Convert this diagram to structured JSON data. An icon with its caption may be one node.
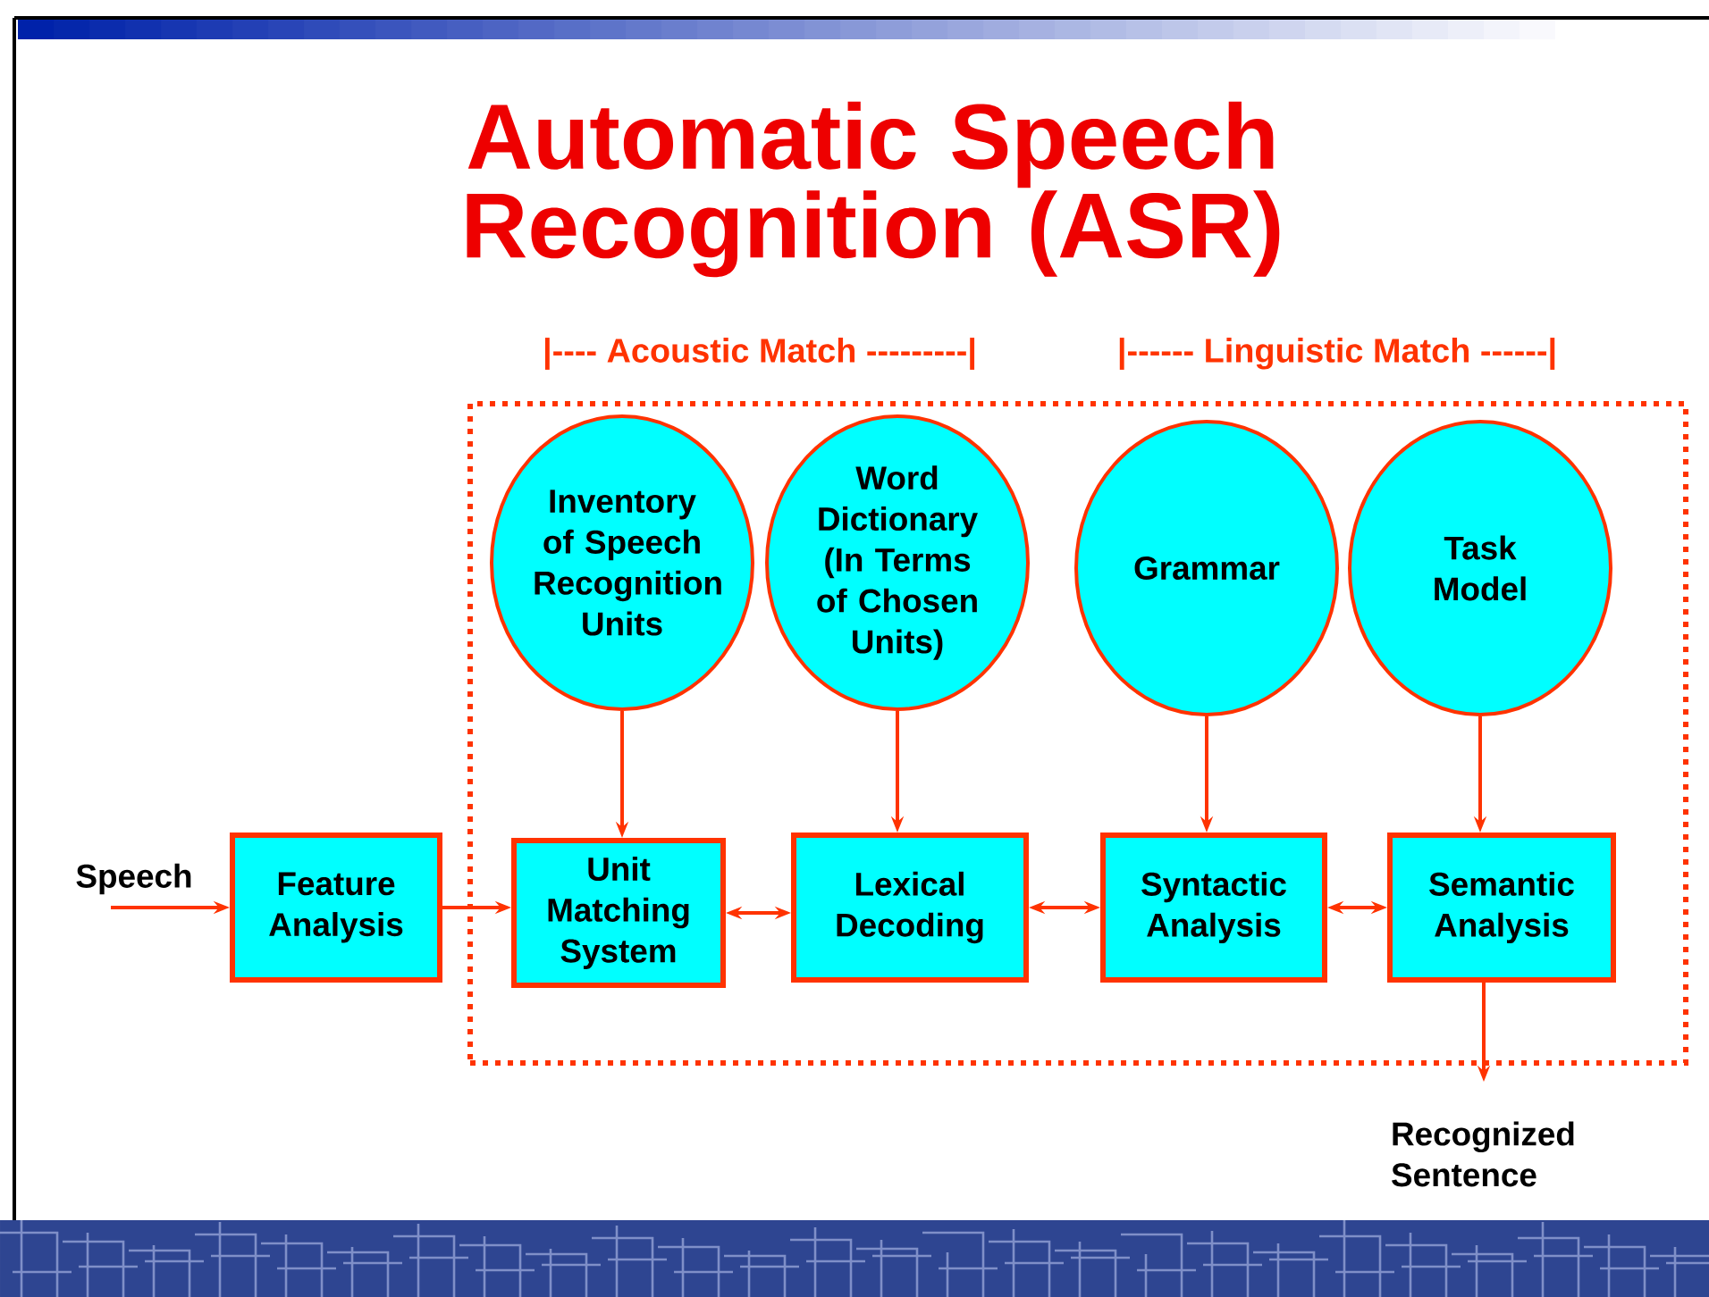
{
  "diagram": {
    "title": "Automatic Speech Recognition (ASR)",
    "nodes": [
      {
        "text": [],
        "shape": "box"
      },
      {
        "text": [
          "Speech"
        ]
      },
      {
        "text": [
          "Feature Analysis"
        ]
      },
      {
        "text": [
          "Inventory of Speech Recognition Units"
        ],
        "in": 0
      },
      {
        "text": [
          "Word Dictionary (In Terms of Chosen Units)"
        ],
        "in": 0
      },
      {
        "text": [
          "Grammar"
        ],
        "in": 0
      },
      {
        "text": [
          "Task Model"
        ],
        "in": 0
      },
      {
        "text": [
          "Unit Matching System"
        ],
        "in": 0
      },
      {
        "text": [
          "Lexical Decoding"
        ],
        "in": 0
      },
      {
        "text": [
          "Syntactic Analysis"
        ],
        "in": 0
      },
      {
        "text": [
          "Semantic Analysis"
        ],
        "in": 0
      },
      {
        "text": [
          "Recognized Sentence"
        ]
      }
    ],
    "edges": [
      {
        "from": 1,
        "to": 2,
        "arrow": "to"
      },
      {
        "from": 2,
        "to": 7,
        "arrow": "to"
      },
      {
        "from": 3,
        "to": 7,
        "arrow": "to"
      },
      {
        "from": 4,
        "to": 8,
        "arrow": "to"
      },
      {
        "from": 5,
        "to": 9,
        "arrow": "to"
      },
      {
        "from": 6,
        "to": 10,
        "arrow": "to"
      },
      {
        "from": 7,
        "to": 8,
        "arrow": "both"
      },
      {
        "from": 8,
        "to": 9,
        "arrow": "both"
      },
      {
        "from": 9,
        "to": 10,
        "arrow": "both"
      },
      {
        "from": 10,
        "to": 11,
        "arrow": "to"
      }
    ],
    "labels": [
      "|---- Acoustic Match ---------|",
      "|------ Linguistic Match ------|"
    ]
  }
}
